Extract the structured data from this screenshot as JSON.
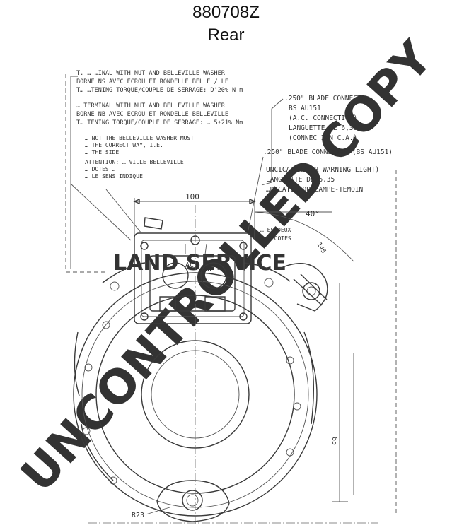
{
  "header": {
    "part_number": "880708Z",
    "view": "Rear"
  },
  "notes": {
    "terminal_1": [
      "T. … …INAL WITH NUT AND BELLEVILLE WASHER",
      "BORNE NS AVEC ECROU ET RONDELLE BELLE / LE",
      "T… …TENING TORQUE/COUPLE DE SERRAGE: D'20% N m"
    ],
    "terminal_2": [
      "… TERMINAL WITH NUT AND BELLEVILLE WASHER",
      "BORNE NB AVEC ECROU ET RONDELLE BELLEVILLE",
      "T… TENING TORQUE/COUPLE DE SERRAGE: … 5±21% Nm"
    ],
    "belleville_fit": [
      "… NOT THE BELLEVILLE WASHER MUST",
      "… THE CORRECT WAY, I.E.",
      "… THE SIDE",
      "ATTENTION: … VILLE BELLEVILLE",
      "… DOTES …",
      "… LE SENS INDIQUE"
    ],
    "blade_ac": [
      ".250\" BLADE CONNECTO",
      "BS AU151",
      "(A.C. CONNECTIO )",
      "LANGUETTE DE 6,35",
      "(CONNEC ION C.A.)"
    ],
    "blade_wl": [
      ".250\" BLADE CONNECTOR (BS AU151)",
      "UNCICATOR/ OR WARNING LIGHT)",
      "LANGUETTE DE 6.35",
      "…DICATE… OU LAMPE-TEMOIN"
    ],
    "other": [
      "… ES DEUX",
      "… COTES"
    ]
  },
  "dimensions": {
    "width_top": "100",
    "angle": "40°",
    "dim_65": "65",
    "dim_145": "145",
    "radius": "R23"
  },
  "terminal_labels": {
    "ac": "AC",
    "wl": "WL"
  },
  "watermarks": {
    "diagonal": "UNCONTROLLED COPY",
    "center": "LAND SERVICE"
  },
  "colors": {
    "watermark": "#d8d8d8",
    "ink": "#3a3a3a"
  }
}
